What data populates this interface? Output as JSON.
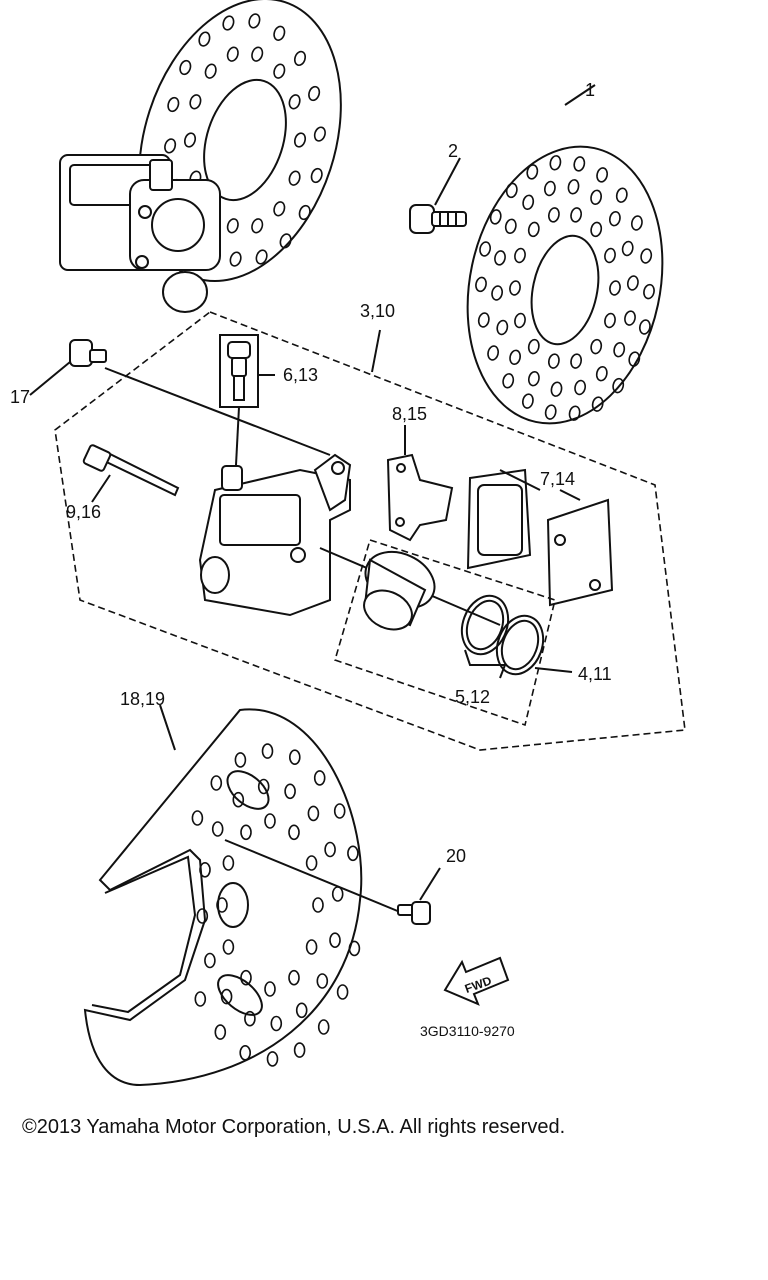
{
  "callouts": {
    "c1": "1",
    "c2": "2",
    "c3": "3,10",
    "c4": "4,11",
    "c5": "5,12",
    "c6": "6,13",
    "c7": "7,14",
    "c8": "8,15",
    "c9": "9,16",
    "c17": "17",
    "c18": "18,19",
    "c20": "20"
  },
  "fwd_label": "FWD",
  "diagram_code": "3GD3110-9270",
  "copyright": "©2013 Yamaha Motor Corporation, U.S.A. All rights reserved."
}
